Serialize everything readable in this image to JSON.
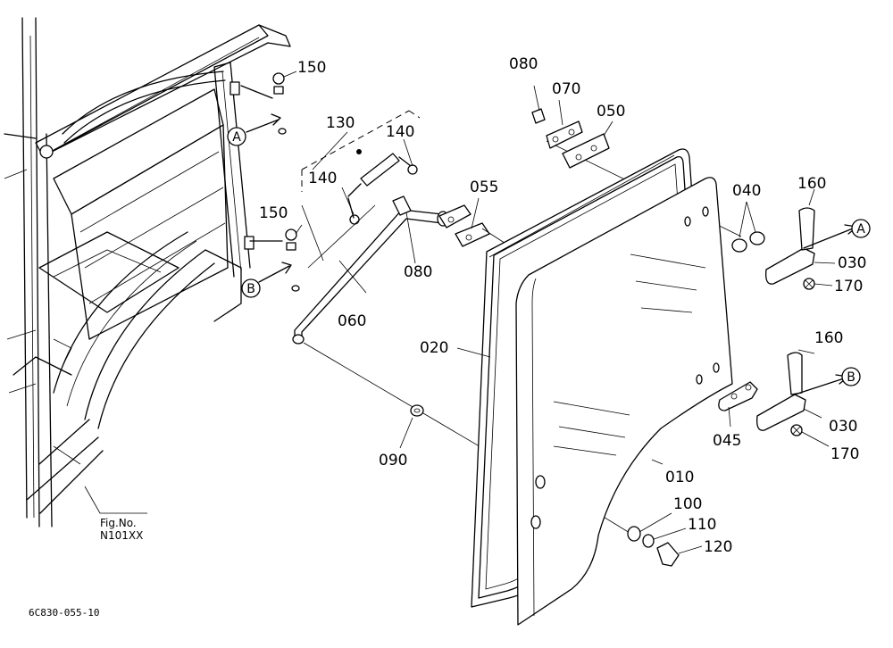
{
  "callouts": {
    "p010": "010",
    "p020": "020",
    "p030a": "030",
    "p030b": "030",
    "p040": "040",
    "p045": "045",
    "p050": "050",
    "p055": "055",
    "p060": "060",
    "p070": "070",
    "p080a": "080",
    "p080b": "080",
    "p090": "090",
    "p100": "100",
    "p110": "110",
    "p120": "120",
    "p130": "130",
    "p140a": "140",
    "p140b": "140",
    "p150a": "150",
    "p150b": "150",
    "p160a": "160",
    "p160b": "160",
    "p170a": "170",
    "p170b": "170"
  },
  "refs": {
    "a1": "A",
    "b1": "B",
    "a2": "A",
    "b2": "B"
  },
  "figure": {
    "fig_no_label": "Fig.No.",
    "fig_no_value": "N101XX",
    "drawing_code": "6C830-055-10"
  }
}
